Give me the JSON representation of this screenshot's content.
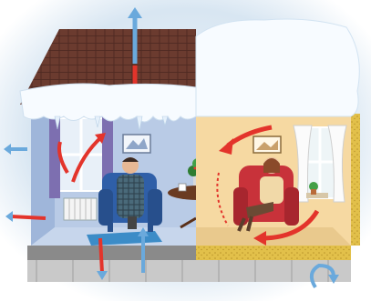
{
  "illustration": {
    "subject": "house-cutaway",
    "left_room": "cold-room",
    "right_room": "warm-room"
  },
  "colors": {
    "sky_glow": "#d8e6f2",
    "roof_tiles": "#6b3b2f",
    "snow": "#f7fbff",
    "cold_wall": "#b9cbe6",
    "warm_wall": "#f6d9a2",
    "insulation": "#e2c04a",
    "arrow_cold": "#6aa9dc",
    "arrow_hot": "#e3342b",
    "armchair_blue": "#2f5fa8",
    "armchair_red": "#c8323a",
    "floor": "#e9c98d",
    "rug_blue": "#3c8cc7"
  }
}
